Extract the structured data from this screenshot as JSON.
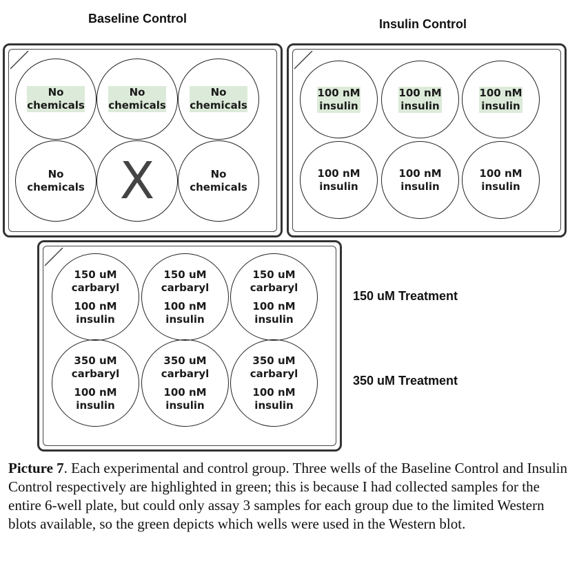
{
  "baseline": {
    "title": "Baseline Control",
    "wells": [
      {
        "lines": [
          "No",
          "chemicals"
        ],
        "highlighted": true
      },
      {
        "lines": [
          "No",
          "chemicals"
        ],
        "highlighted": true
      },
      {
        "lines": [
          "No",
          "chemicals"
        ],
        "highlighted": true
      },
      {
        "lines": [
          "No",
          "chemicals"
        ],
        "highlighted": false
      },
      {
        "mark": "X"
      },
      {
        "lines": [
          "No",
          "chemicals"
        ],
        "highlighted": false
      }
    ]
  },
  "insulin": {
    "title": "Insulin Control",
    "wells": [
      {
        "lines": [
          "100 nM",
          "insulin"
        ],
        "highlighted": true
      },
      {
        "lines": [
          "100 nM",
          "insulin"
        ],
        "highlighted": true
      },
      {
        "lines": [
          "100 nM",
          "insulin"
        ],
        "highlighted": true
      },
      {
        "lines": [
          "100 nM",
          "insulin"
        ],
        "highlighted": false
      },
      {
        "lines": [
          "100 nM",
          "insulin"
        ],
        "highlighted": false
      },
      {
        "lines": [
          "100 nM",
          "insulin"
        ],
        "highlighted": false
      }
    ]
  },
  "treatment": {
    "row_labels": [
      "150 uM Treatment",
      "350 uM Treatment"
    ],
    "wells": [
      {
        "groups": [
          [
            "150 uM",
            "carbaryl"
          ],
          [
            "100 nM",
            "insulin"
          ]
        ]
      },
      {
        "groups": [
          [
            "150 uM",
            "carbaryl"
          ],
          [
            "100 nM",
            "insulin"
          ]
        ]
      },
      {
        "groups": [
          [
            "150 uM",
            "carbaryl"
          ],
          [
            "100 nM",
            "insulin"
          ]
        ]
      },
      {
        "groups": [
          [
            "350 uM",
            "carbaryl"
          ],
          [
            "100 nM",
            "insulin"
          ]
        ]
      },
      {
        "groups": [
          [
            "350 uM",
            "carbaryl"
          ],
          [
            "100 nM",
            "insulin"
          ]
        ]
      },
      {
        "groups": [
          [
            "350 uM",
            "carbaryl"
          ],
          [
            "100 nM",
            "insulin"
          ]
        ]
      }
    ]
  },
  "colors": {
    "highlight": "#dcebd9",
    "outline": "#222222"
  },
  "caption": {
    "label": "Picture 7",
    "text": ". Each experimental and control group. Three wells of the Baseline Control and Insulin Control respectively are highlighted in green; this is because I had collected samples for the entire 6-well plate, but could only assay 3 samples for each group due to the limited Western blots available, so the green depicts which wells were used in the Western blot."
  }
}
